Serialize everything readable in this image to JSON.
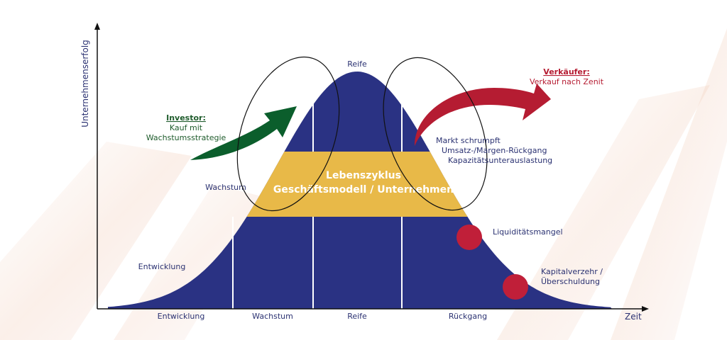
{
  "colors": {
    "curve": "#2a3283",
    "band": "#e8b948",
    "green_arrow": "#0b5e2c",
    "red_arrow": "#b51c32",
    "red_dot": "#c01f39",
    "investor_text": "#1f5c2c",
    "seller_text": "#b51c32",
    "text": "#2b3272"
  },
  "axes": {
    "y_label": "Unternehmenserfolg",
    "x_label": "Zeit"
  },
  "phases_bottom": [
    "Entwicklung",
    "Wachstum",
    "Reife",
    "Rückgang"
  ],
  "curve_labels": {
    "entwicklung": "Entwicklung",
    "wachstum": "Wachstum",
    "reife": "Reife"
  },
  "band": {
    "line1": "Lebenszyklus",
    "line2": "Geschäftsmodell / Unternehmen"
  },
  "investor": {
    "title": "Investor:",
    "line1": "Kauf mit",
    "line2": "Wachstumsstrategie"
  },
  "seller": {
    "title": "Verkäufer:",
    "line1": "Verkauf nach Zenit"
  },
  "decline_notes": [
    "Markt schrumpft",
    "Umsatz-/Margen-Rückgang",
    "Kapazitätsunterauslastung"
  ],
  "liquidity": "Liquiditätsmangel",
  "capital": {
    "line1": "Kapitalverzehr /",
    "line2": "Überschuldung"
  }
}
